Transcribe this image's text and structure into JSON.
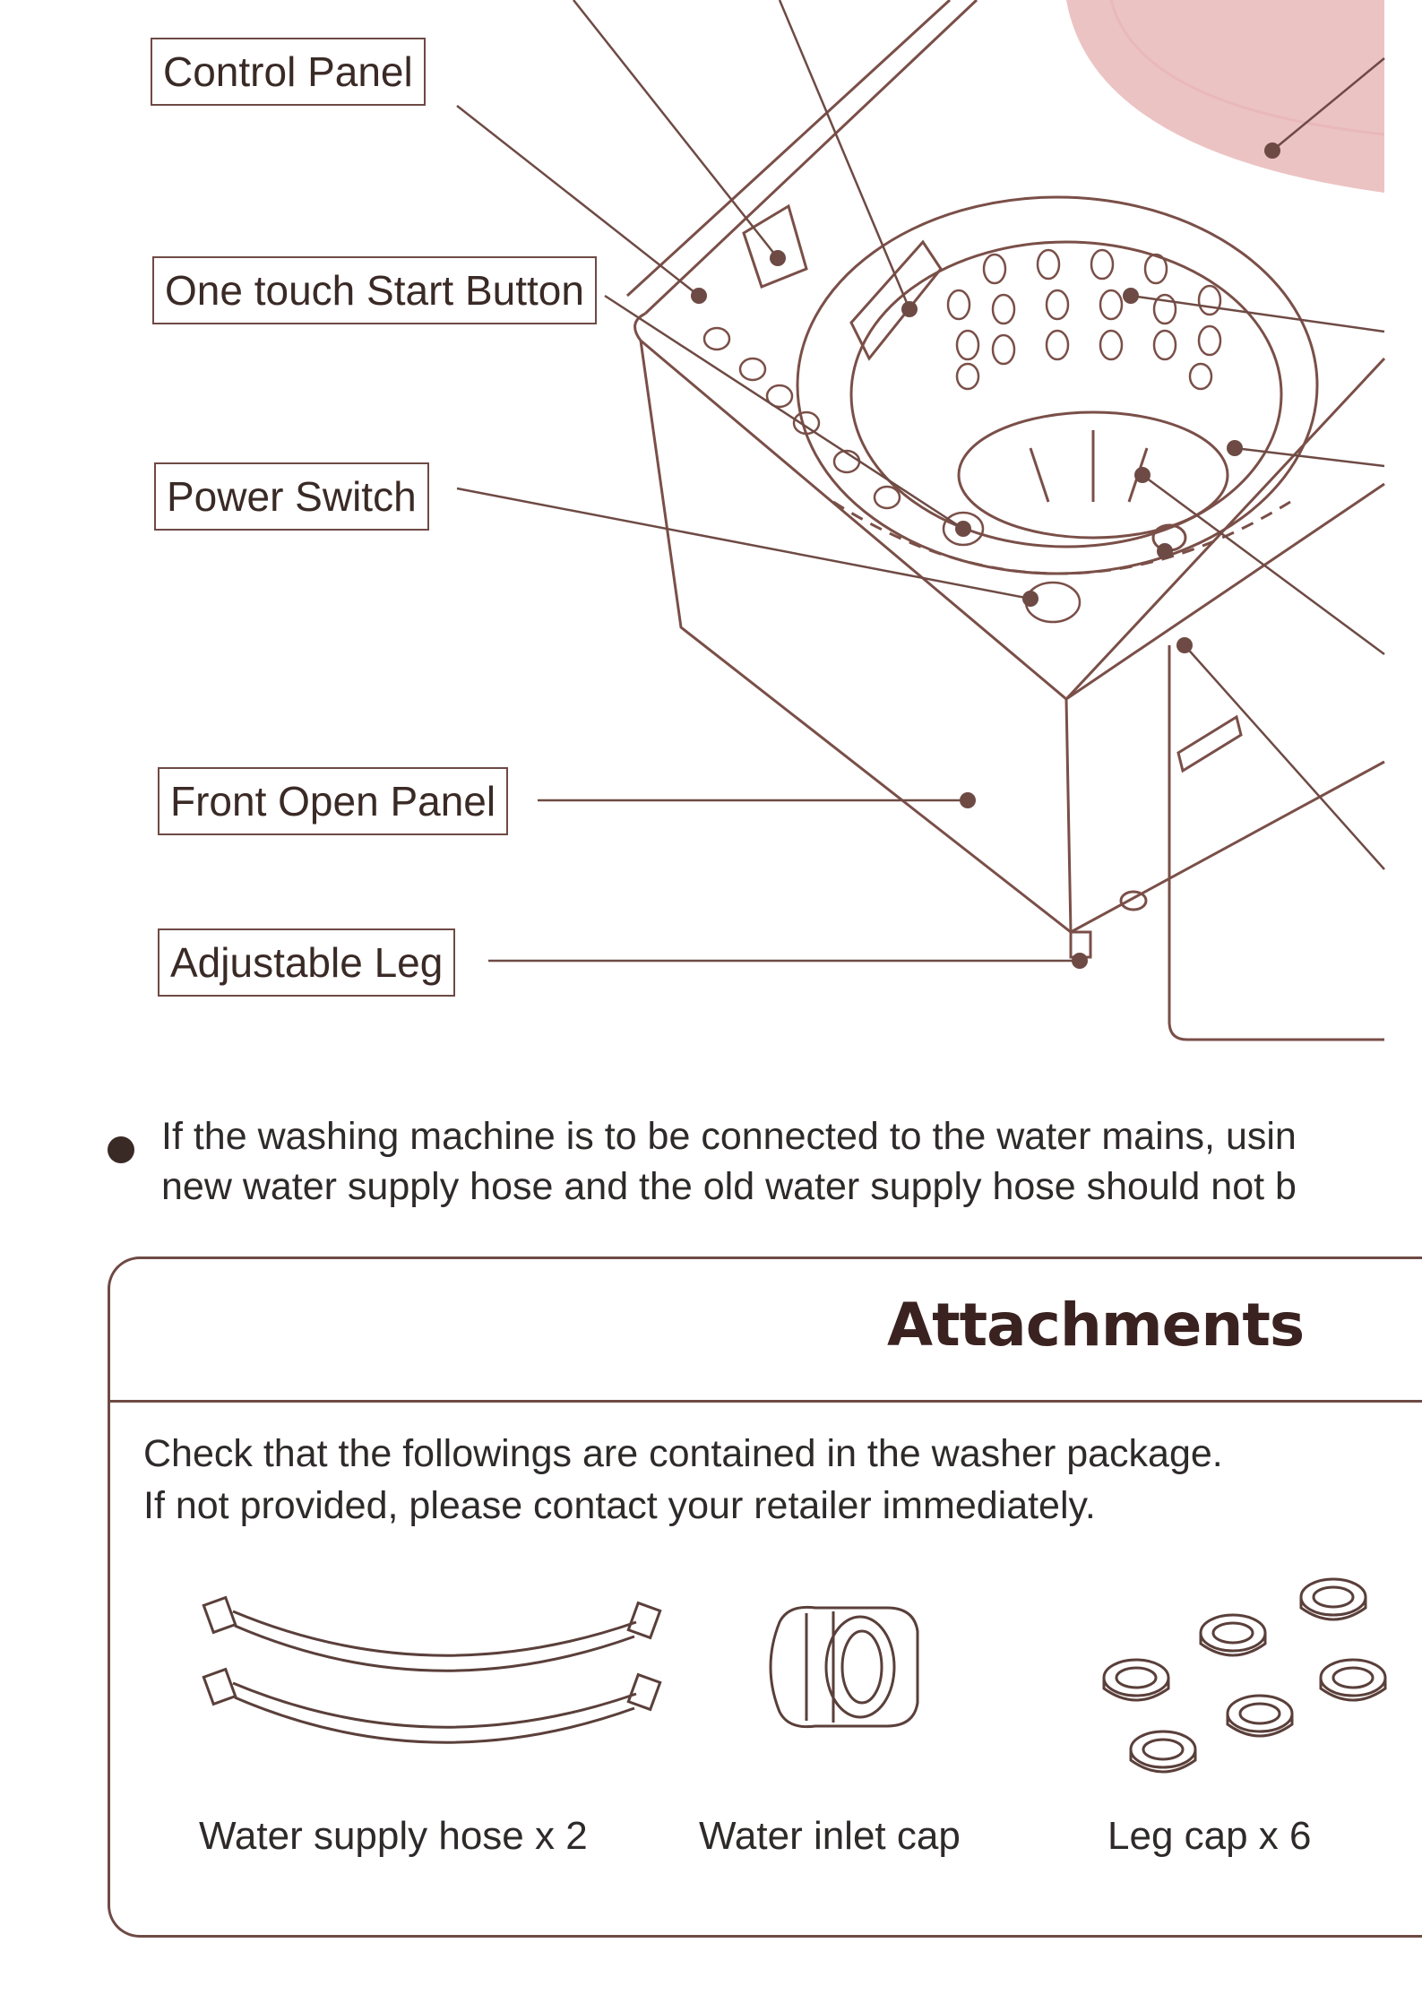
{
  "labels": {
    "control_panel": "Control Panel",
    "one_touch_start": "One touch Start Button",
    "power_switch": "Power Switch",
    "front_open_panel": "Front Open Panel",
    "adjustable_leg": "Adjustable Leg"
  },
  "note": {
    "line1": "If the washing machine is to be connected to the water mains, usin",
    "line2": "new water supply hose and the old water supply hose should not b"
  },
  "attachments": {
    "title": "Attachments",
    "intro1": "Check that the followings are contained in the washer package.",
    "intro2": "If not provided, please contact your retailer immediately.",
    "items": [
      {
        "caption": "Water supply hose x 2",
        "icon": "water-supply-hose-icon"
      },
      {
        "caption": "Water inlet cap",
        "icon": "water-inlet-cap-icon"
      },
      {
        "caption": "Leg cap x 6",
        "icon": "leg-cap-icon"
      }
    ]
  },
  "colors": {
    "line": "#6e4a44",
    "accent_pink": "#e8b4b4",
    "text": "#3a2a26"
  }
}
